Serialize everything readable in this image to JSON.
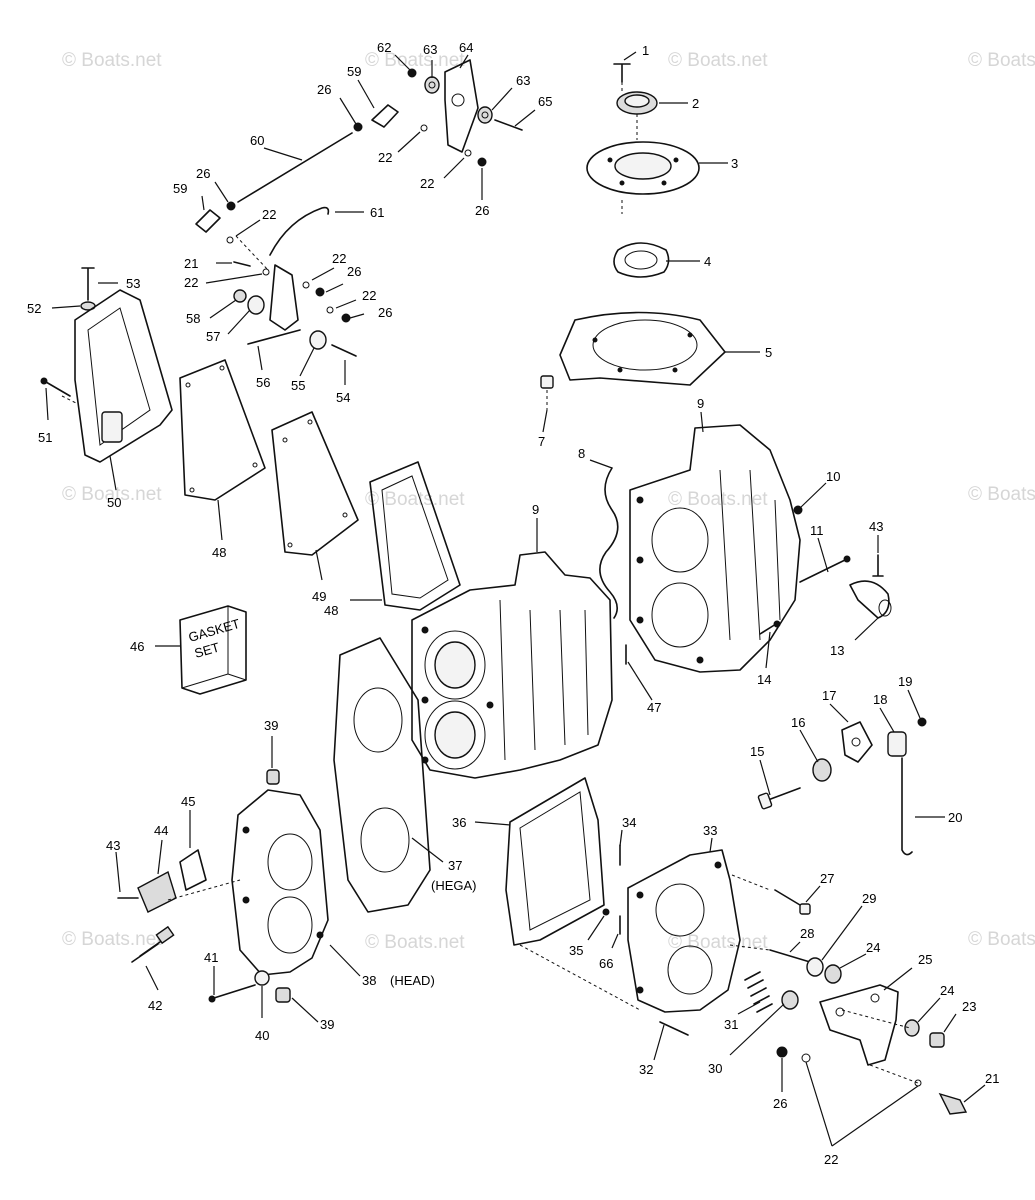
{
  "watermark": "© Boats.net",
  "callouts": [
    {
      "label": "1"
    },
    {
      "label": "2"
    },
    {
      "label": "3"
    },
    {
      "label": "4"
    },
    {
      "label": "5"
    },
    {
      "label": "7"
    },
    {
      "label": "8"
    },
    {
      "label": "9"
    },
    {
      "label": "9"
    },
    {
      "label": "10"
    },
    {
      "label": "11"
    },
    {
      "label": "43"
    },
    {
      "label": "13"
    },
    {
      "label": "14"
    },
    {
      "label": "47"
    },
    {
      "label": "15"
    },
    {
      "label": "16"
    },
    {
      "label": "17"
    },
    {
      "label": "18"
    },
    {
      "label": "19"
    },
    {
      "label": "20"
    },
    {
      "label": "62"
    },
    {
      "label": "63"
    },
    {
      "label": "64"
    },
    {
      "label": "63"
    },
    {
      "label": "65"
    },
    {
      "label": "59"
    },
    {
      "label": "26"
    },
    {
      "label": "22"
    },
    {
      "label": "22"
    },
    {
      "label": "26"
    },
    {
      "label": "60"
    },
    {
      "label": "26"
    },
    {
      "label": "59"
    },
    {
      "label": "22"
    },
    {
      "label": "61"
    },
    {
      "label": "21"
    },
    {
      "label": "22"
    },
    {
      "label": "22"
    },
    {
      "label": "26"
    },
    {
      "label": "22"
    },
    {
      "label": "26"
    },
    {
      "label": "53"
    },
    {
      "label": "52"
    },
    {
      "label": "58"
    },
    {
      "label": "57"
    },
    {
      "label": "56"
    },
    {
      "label": "55"
    },
    {
      "label": "54"
    },
    {
      "label": "51"
    },
    {
      "label": "50"
    },
    {
      "label": "48"
    },
    {
      "label": "49"
    },
    {
      "label": "48"
    },
    {
      "label": "46"
    },
    {
      "label": "39"
    },
    {
      "label": "45"
    },
    {
      "label": "43"
    },
    {
      "label": "44"
    },
    {
      "label": "42"
    },
    {
      "label": "41"
    },
    {
      "label": "40"
    },
    {
      "label": "39"
    },
    {
      "label": "37"
    },
    {
      "label": "(HEGA)"
    },
    {
      "label": "38"
    },
    {
      "label": "(HEAD)"
    },
    {
      "label": "36"
    },
    {
      "label": "34"
    },
    {
      "label": "33"
    },
    {
      "label": "35"
    },
    {
      "label": "66"
    },
    {
      "label": "27"
    },
    {
      "label": "29"
    },
    {
      "label": "28"
    },
    {
      "label": "24"
    },
    {
      "label": "25"
    },
    {
      "label": "24"
    },
    {
      "label": "23"
    },
    {
      "label": "31"
    },
    {
      "label": "30"
    },
    {
      "label": "32"
    },
    {
      "label": "26"
    },
    {
      "label": "21"
    },
    {
      "label": "22"
    }
  ],
  "gasket_box_text": [
    "GASKET",
    "SET"
  ]
}
